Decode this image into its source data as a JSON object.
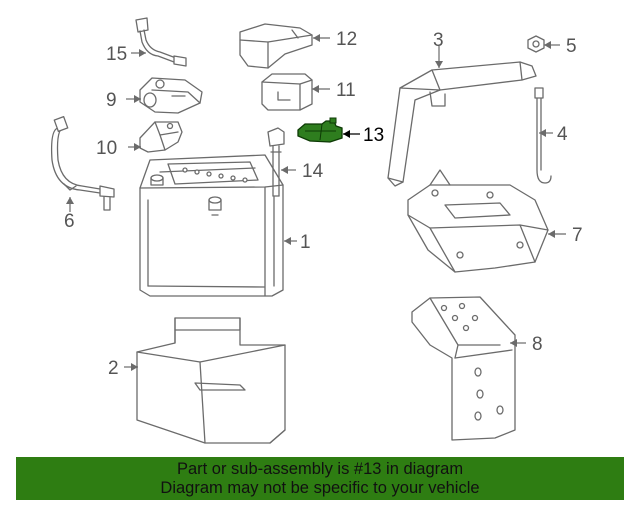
{
  "diagram": {
    "labels": {
      "p1": "1",
      "p2": "2",
      "p3": "3",
      "p4": "4",
      "p5": "5",
      "p6": "6",
      "p7": "7",
      "p8": "8",
      "p9": "9",
      "p10": "10",
      "p11": "11",
      "p12": "12",
      "p13": "13",
      "p14": "14",
      "p15": "15"
    },
    "highlighted_part": "13",
    "highlight_color": "#2e7d12"
  },
  "banner": {
    "line1": "Part or sub-assembly is #13 in diagram",
    "line2": "Diagram may not be specific to your vehicle",
    "background": "#2e7d12"
  }
}
